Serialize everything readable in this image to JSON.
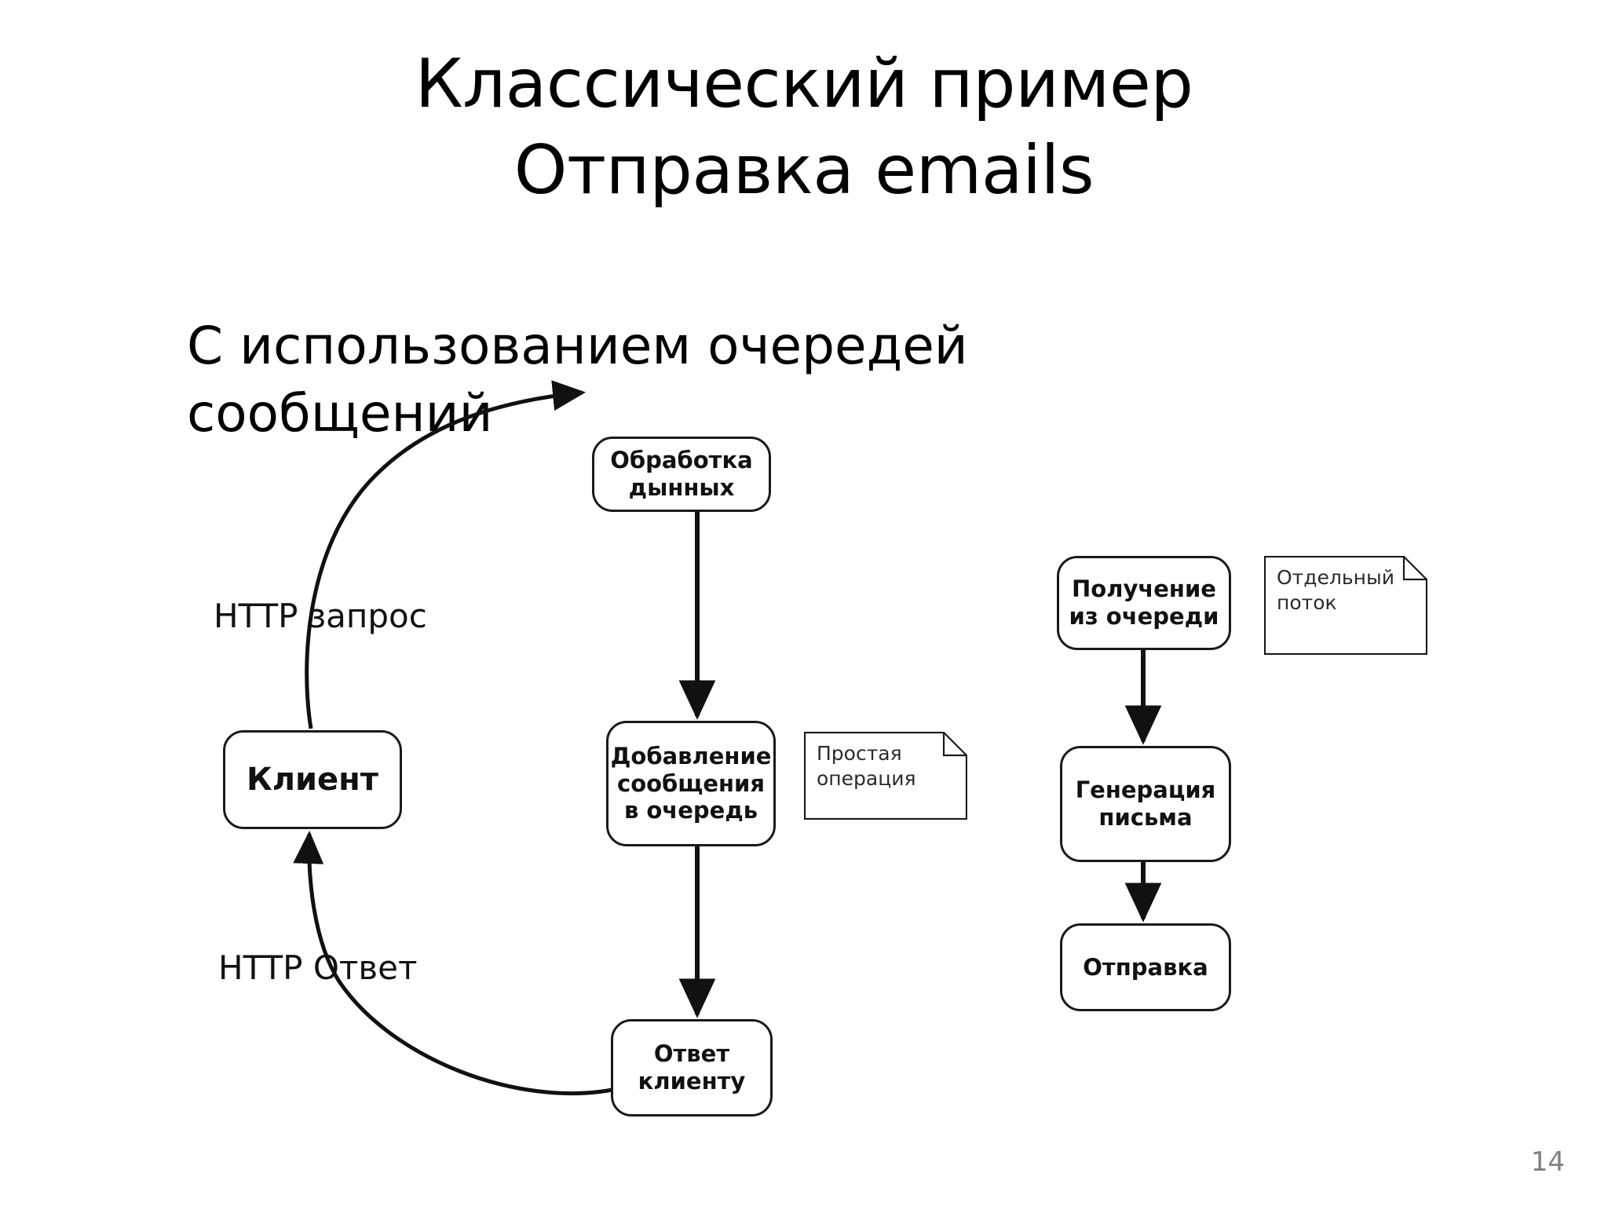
{
  "slide": {
    "title": "Классический пример\nОтправка emails",
    "subtitle": "С использованием очередей\nсообщений",
    "page_number": "14",
    "colors": {
      "background": "#ffffff",
      "text": "#000000",
      "stroke": "#1a1a1a",
      "note_text": "#2b2b2b",
      "page_number": "#808080"
    }
  },
  "diagram": {
    "type": "flowchart",
    "nodes": [
      {
        "id": "processing",
        "label": "Обработка\nдынных"
      },
      {
        "id": "client",
        "label": "Клиент"
      },
      {
        "id": "enqueue",
        "label": "Добавление\nсообщения\nв очередь"
      },
      {
        "id": "reply",
        "label": "Ответ\nклиенту"
      },
      {
        "id": "dequeue",
        "label": "Получение\nиз очереди"
      },
      {
        "id": "generate",
        "label": "Генерация\nписьма"
      },
      {
        "id": "send",
        "label": "Отправка"
      }
    ],
    "notes": [
      {
        "id": "simple-op",
        "label": "Простая\nоперация"
      },
      {
        "id": "separate-thread",
        "label": "Отдельный\nпоток"
      }
    ],
    "edge_labels": [
      {
        "id": "http-request",
        "label": "HTTP запрос"
      },
      {
        "id": "http-response",
        "label": "HTTP Ответ"
      }
    ],
    "edges": [
      {
        "from": "client",
        "to": "processing",
        "label": "HTTP запрос",
        "style": "curved"
      },
      {
        "from": "processing",
        "to": "enqueue",
        "label": "",
        "style": "straight"
      },
      {
        "from": "enqueue",
        "to": "reply",
        "label": "",
        "style": "straight"
      },
      {
        "from": "reply",
        "to": "client",
        "label": "HTTP Ответ",
        "style": "curved"
      },
      {
        "from": "dequeue",
        "to": "generate",
        "label": "",
        "style": "straight"
      },
      {
        "from": "generate",
        "to": "send",
        "label": "",
        "style": "straight"
      }
    ]
  }
}
